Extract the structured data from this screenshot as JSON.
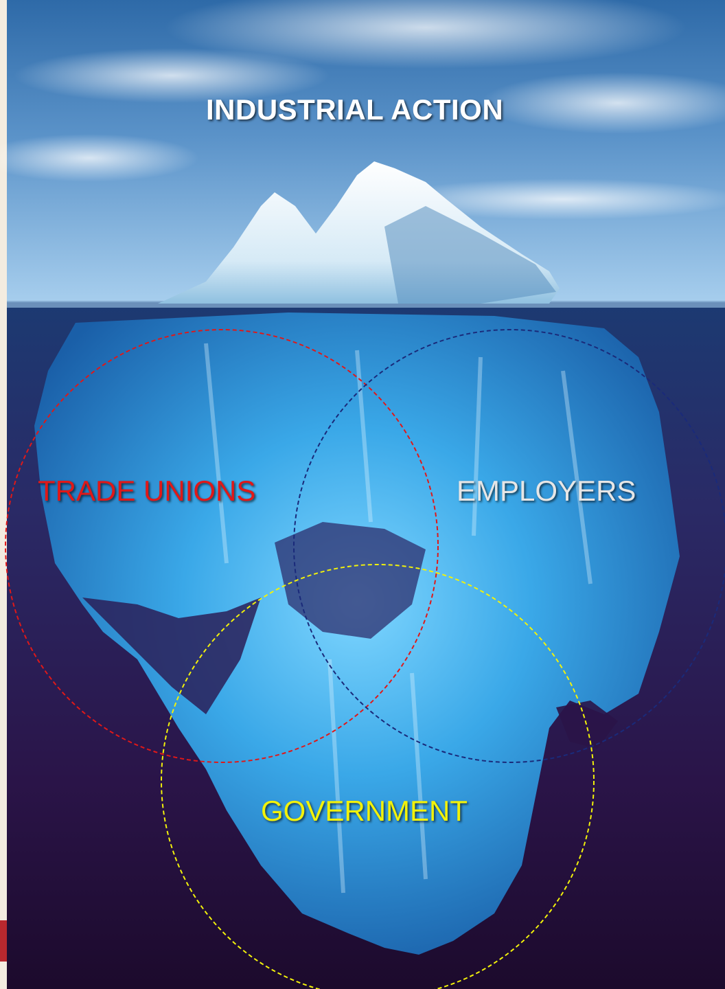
{
  "title": "INDUSTRIAL ACTION",
  "circles": [
    {
      "id": "trade-unions",
      "label": "TRADE UNIONS",
      "color": "#e01818"
    },
    {
      "id": "employers",
      "label": "EMPLOYERS",
      "color": "#1a2a7a",
      "text_color": "#e6e6e6"
    },
    {
      "id": "government",
      "label": "GOVERNMENT",
      "color": "#f2f20a"
    }
  ],
  "colors": {
    "title_text": "#ffffff",
    "sky_top": "#3a78b8",
    "sky_bottom": "#9cc8ea",
    "water_deep": "#2a1040",
    "water_mid": "#2a3c7a",
    "ice_underwater": "#3aa6e6",
    "ice_above": "#f2f8fc"
  }
}
